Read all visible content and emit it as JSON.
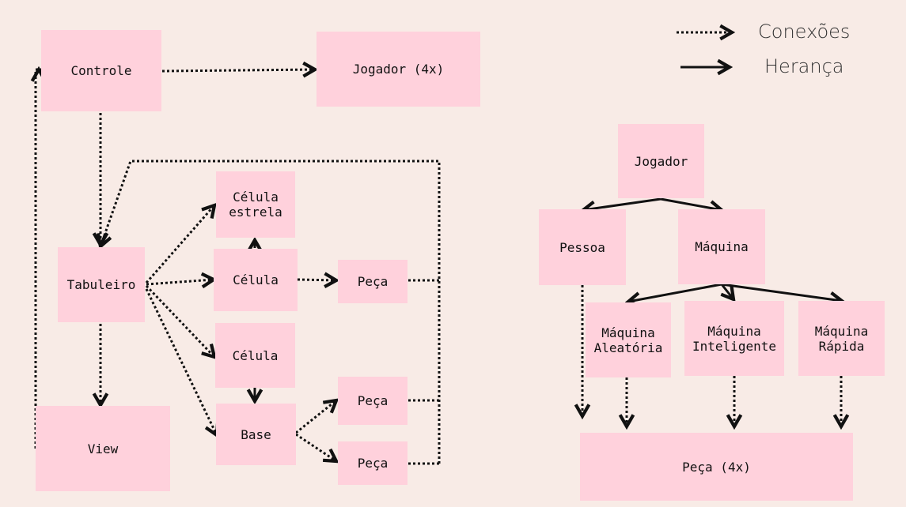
{
  "legend": {
    "connections": "Conexões",
    "inheritance": "Herança"
  },
  "nodes": {
    "controle": "Controle",
    "jogador4x": "Jogador (4x)",
    "celula_estrela": "Célula\nestrela",
    "tabuleiro": "Tabuleiro",
    "celula_1": "Célula",
    "peca_1": "Peça",
    "celula_2": "Célula",
    "base": "Base",
    "peca_2": "Peça",
    "peca_3": "Peça",
    "view": "View",
    "jogador": "Jogador",
    "pessoa": "Pessoa",
    "maquina": "Máquina",
    "maquina_aleatoria": "Máquina\nAleatória",
    "maquina_inteligente": "Máquina\nInteligente",
    "maquina_rapida": "Máquina\nRápida",
    "peca4x": "Peça (4x)"
  },
  "edges": [
    {
      "from": "controle",
      "to": "jogador4x",
      "kind": "connection"
    },
    {
      "from": "controle",
      "to": "tabuleiro",
      "kind": "connection"
    },
    {
      "from": "tabuleiro",
      "to": "celula_estrela",
      "kind": "connection"
    },
    {
      "from": "tabuleiro",
      "to": "celula_1",
      "kind": "connection"
    },
    {
      "from": "tabuleiro",
      "to": "celula_2",
      "kind": "connection"
    },
    {
      "from": "tabuleiro",
      "to": "base",
      "kind": "connection"
    },
    {
      "from": "tabuleiro",
      "to": "view",
      "kind": "connection"
    },
    {
      "from": "view",
      "to": "controle",
      "kind": "connection"
    },
    {
      "from": "celula_1",
      "to": "celula_estrela",
      "kind": "inheritance"
    },
    {
      "from": "celula_1",
      "to": "peca_1",
      "kind": "connection"
    },
    {
      "from": "celula_2",
      "to": "base",
      "kind": "inheritance"
    },
    {
      "from": "base",
      "to": "peca_2",
      "kind": "connection"
    },
    {
      "from": "base",
      "to": "peca_3",
      "kind": "connection"
    },
    {
      "from": "peca_1",
      "to": "tabuleiro",
      "kind": "connection"
    },
    {
      "from": "peca_2",
      "to": "tabuleiro",
      "kind": "connection"
    },
    {
      "from": "peca_3",
      "to": "tabuleiro",
      "kind": "connection"
    },
    {
      "from": "jogador",
      "to": "pessoa",
      "kind": "inheritance"
    },
    {
      "from": "jogador",
      "to": "maquina",
      "kind": "inheritance"
    },
    {
      "from": "maquina",
      "to": "maquina_aleatoria",
      "kind": "inheritance"
    },
    {
      "from": "maquina",
      "to": "maquina_inteligente",
      "kind": "inheritance"
    },
    {
      "from": "maquina",
      "to": "maquina_rapida",
      "kind": "inheritance"
    },
    {
      "from": "pessoa",
      "to": "peca4x",
      "kind": "connection"
    },
    {
      "from": "maquina_aleatoria",
      "to": "peca4x",
      "kind": "connection"
    },
    {
      "from": "maquina_inteligente",
      "to": "peca4x",
      "kind": "connection"
    },
    {
      "from": "maquina_rapida",
      "to": "peca4x",
      "kind": "connection"
    }
  ],
  "colors": {
    "background": "#f8ebe6",
    "box": "#ffd1dc",
    "line": "#111111"
  }
}
